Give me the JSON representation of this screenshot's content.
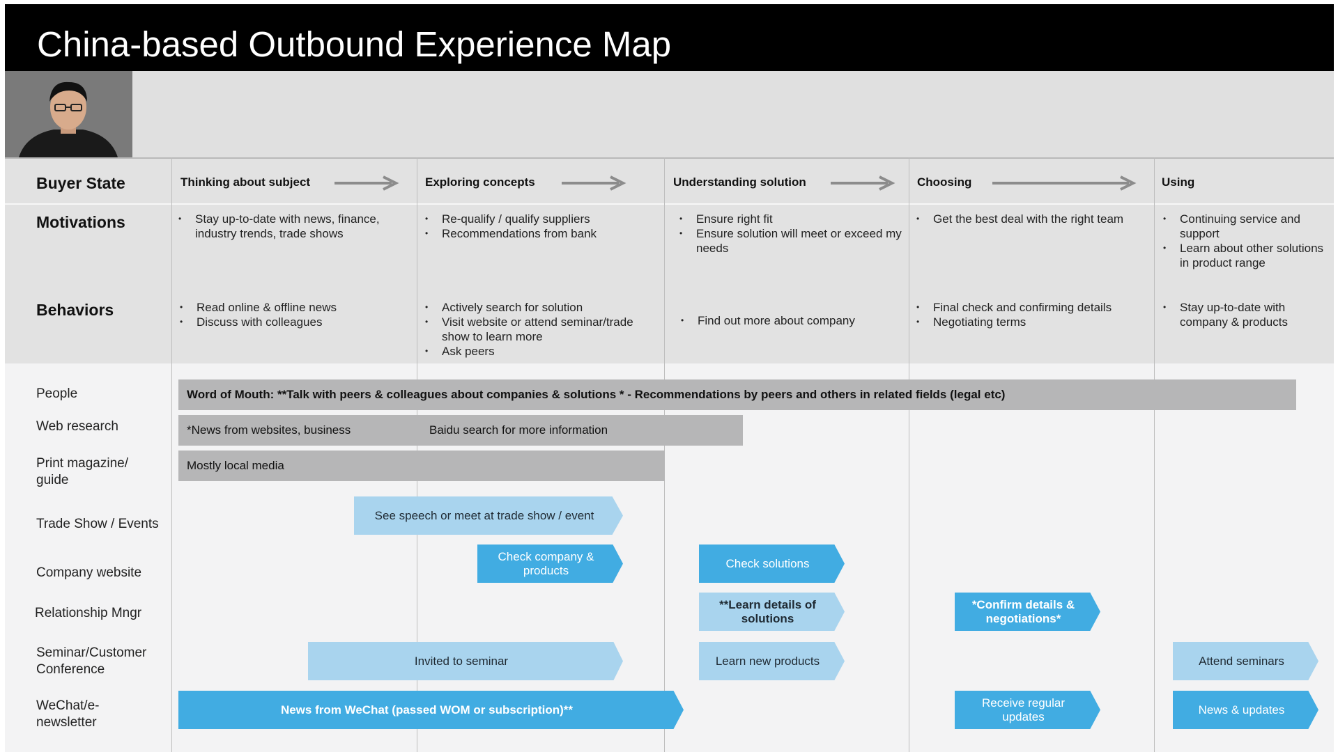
{
  "title": "China-based Outbound Experience Map",
  "row_headers": {
    "buyer_state": "Buyer State",
    "motivations": "Motivations",
    "behaviors": "Behaviors"
  },
  "stages": [
    {
      "name": "Thinking about subject",
      "motivations": [
        "Stay up-to-date with news, finance, industry trends, trade shows"
      ],
      "behaviors": [
        "Read online & offline news",
        "Discuss with colleagues"
      ]
    },
    {
      "name": "Exploring concepts",
      "motivations": [
        "Re-qualify / qualify suppliers",
        "Recommendations from bank"
      ],
      "behaviors": [
        "Actively search for solution",
        "Visit website or attend seminar/trade show to learn more",
        "Ask peers"
      ]
    },
    {
      "name": "Understanding solution",
      "motivations": [
        "Ensure right fit",
        "Ensure solution will meet or exceed my needs"
      ],
      "behaviors": [
        "Find out more about company"
      ]
    },
    {
      "name": "Choosing",
      "motivations": [
        "Get the best deal with the right team"
      ],
      "behaviors": [
        "Final check and confirming details",
        "Negotiating terms"
      ]
    },
    {
      "name": "Using",
      "motivations": [
        "Continuing service and support",
        "Learn about other solutions in product range"
      ],
      "behaviors": [
        "Stay up-to-date with company & products"
      ]
    }
  ],
  "channels": [
    "People",
    "Web research",
    "Print magazine/ guide",
    "Trade Show / Events",
    "Company website",
    "Relationship Mngr",
    "Seminar/Customer Conference",
    "WeChat/e-newsletter"
  ],
  "bars": {
    "wom": "Word of Mouth: **Talk with peers & colleagues about companies & solutions * - Recommendations by peers and others in related fields (legal etc)",
    "news_web": "*News from websites,  business",
    "baidu": "Baidu search for more information",
    "local_media": "Mostly local media"
  },
  "touchpoints": {
    "trade_show": "See speech or meet at trade show / event",
    "check_company": "Check company & products",
    "check_solutions": "Check solutions",
    "learn_details": "**Learn details of solutions",
    "confirm_details": "*Confirm details & negotiations*",
    "invited_seminar": "Invited to seminar",
    "learn_products": "Learn new products",
    "attend_seminars": "Attend seminars",
    "wechat_news": "News from WeChat (passed WOM or subscription)**",
    "regular_updates": "Receive regular updates",
    "news_updates": "News & updates"
  },
  "colors": {
    "title_bg": "#000000",
    "light_chevron": "#a9d4ee",
    "strong_chevron": "#41ace2",
    "grey_bar": "#b6b6b7",
    "arrow": "#8c8c8c"
  }
}
